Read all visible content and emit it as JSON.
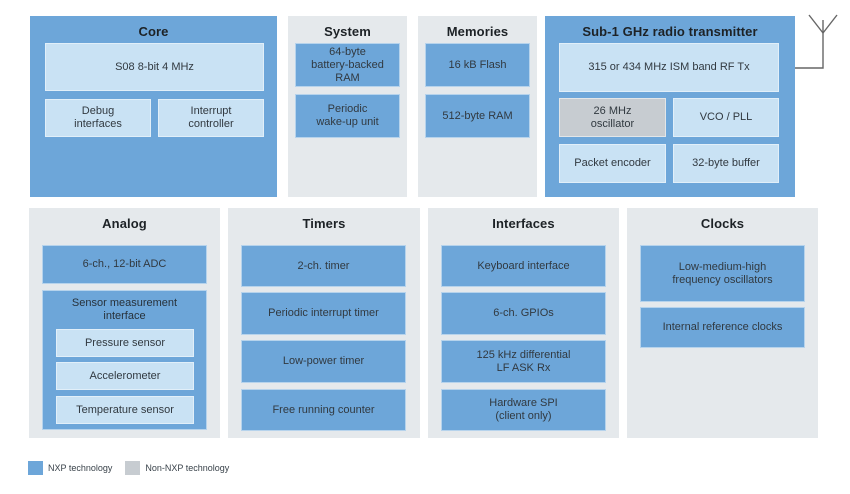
{
  "colors": {
    "nxp_blue": "#6da6d9",
    "light_blue": "#c9e2f4",
    "container_gray": "#e5e9ec",
    "non_nxp_gray": "#c7ccd1",
    "antenna_line": "#666666"
  },
  "blocks": {
    "core": {
      "title": "Core",
      "cpu": "S08 8-bit 4 MHz",
      "debug": "Debug\ninterfaces",
      "interrupt": "Interrupt\ncontroller"
    },
    "system": {
      "title": "System",
      "items": [
        "64-byte\nbattery-backed\nRAM",
        "Periodic\nwake-up unit"
      ]
    },
    "memories": {
      "title": "Memories",
      "items": [
        "16 kB Flash",
        "512-byte RAM"
      ]
    },
    "radio": {
      "title": "Sub-1 GHz radio transmitter",
      "rf_tx": "315 or 434 MHz ISM band RF Tx",
      "oscillator": "26 MHz\noscillator",
      "vco": "VCO / PLL",
      "packet_encoder": "Packet encoder",
      "buffer": "32-byte buffer"
    },
    "analog": {
      "title": "Analog",
      "adc": "6-ch., 12-bit ADC",
      "sensor_interface": {
        "label": "Sensor measurement\ninterface",
        "sensors": [
          "Pressure sensor",
          "Accelerometer",
          "Temperature sensor"
        ]
      }
    },
    "timers": {
      "title": "Timers",
      "items": [
        "2-ch. timer",
        "Periodic interrupt timer",
        "Low-power timer",
        "Free running counter"
      ]
    },
    "interfaces": {
      "title": "Interfaces",
      "items": [
        "Keyboard interface",
        "6-ch. GPIOs",
        "125 kHz differential\nLF ASK Rx",
        "Hardware SPI\n(client only)"
      ]
    },
    "clocks": {
      "title": "Clocks",
      "items": [
        "Low-medium-high\nfrequency oscillators",
        "Internal reference clocks"
      ]
    }
  },
  "legend": {
    "items": [
      {
        "label": "NXP technology"
      },
      {
        "label": "Non-NXP technology"
      }
    ]
  }
}
